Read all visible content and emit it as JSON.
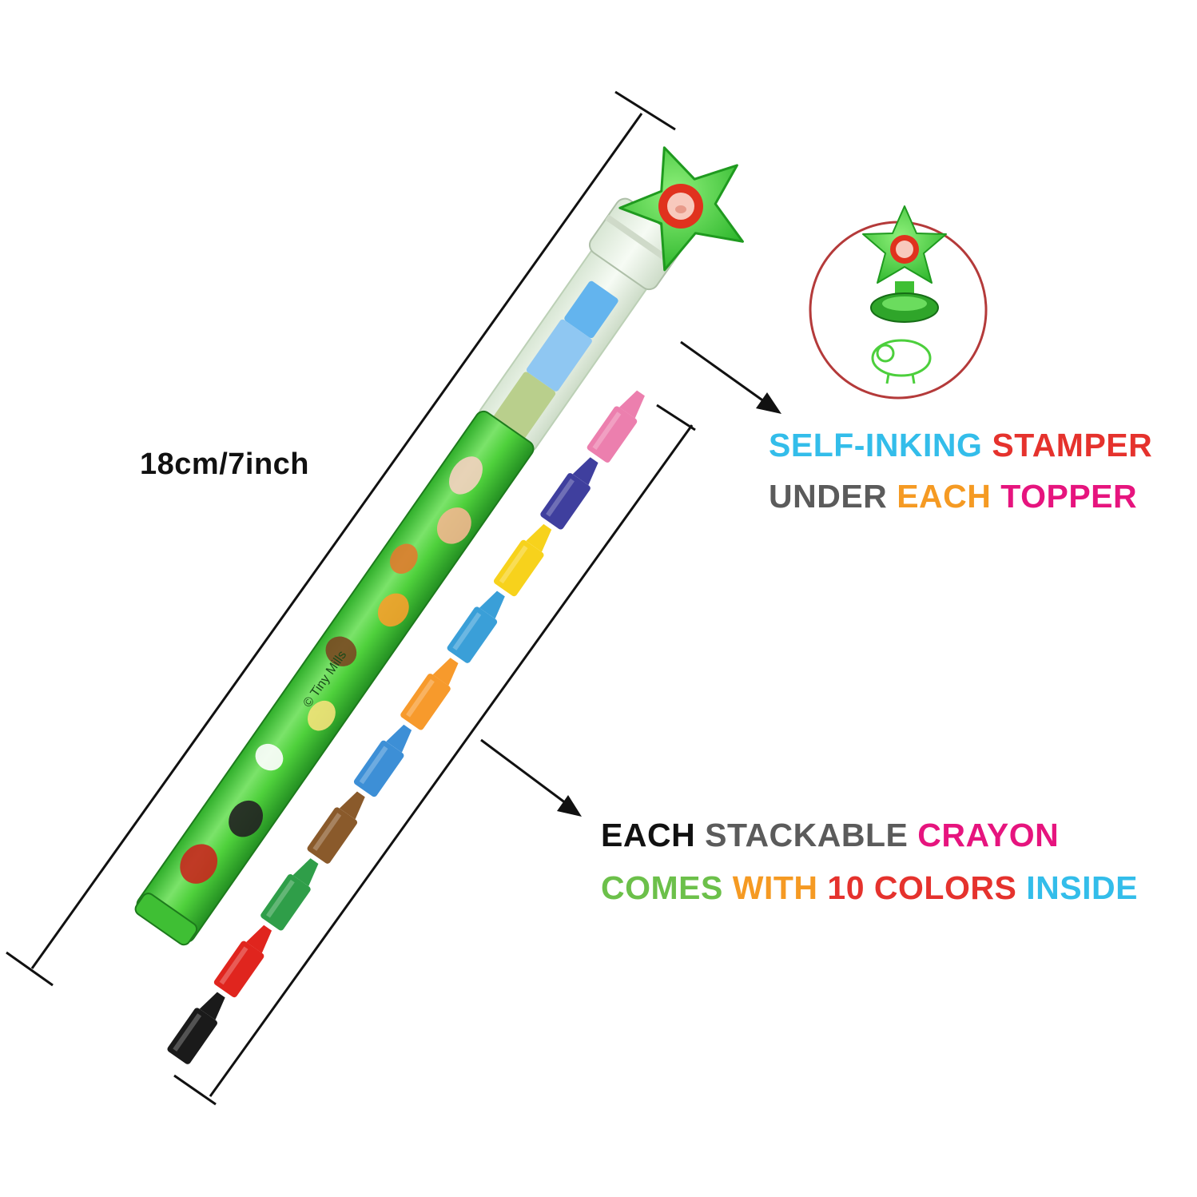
{
  "product": {
    "size_label": "18cm/7inch",
    "barrel_print": "© Tiny Mills"
  },
  "stamper_caption": {
    "lines": [
      [
        {
          "text": "SELF-INKING",
          "color": "#33bdea"
        },
        {
          "text": "STAMPER",
          "color": "#e5322d"
        }
      ],
      [
        {
          "text": "UNDER",
          "color": "#5b5b5b"
        },
        {
          "text": "EACH",
          "color": "#f59a23"
        },
        {
          "text": "TOPPER",
          "color": "#e6147e"
        }
      ]
    ]
  },
  "crayon_caption": {
    "lines": [
      [
        {
          "text": "EACH",
          "color": "#111111"
        },
        {
          "text": "STACKABLE",
          "color": "#5b5b5b"
        },
        {
          "text": "CRAYON",
          "color": "#e6147e"
        }
      ],
      [
        {
          "text": "COMES",
          "color": "#6cc04a"
        },
        {
          "text": "WITH",
          "color": "#f59a23"
        },
        {
          "text": "10 COLORS",
          "color": "#e5322d"
        },
        {
          "text": "INSIDE",
          "color": "#33bdea"
        }
      ]
    ]
  },
  "crayon_segments": [
    "#ec7fae",
    "#3f3f9e",
    "#f7d21c",
    "#3a9fd8",
    "#f79a2c",
    "#3d8fd6",
    "#8a5a2b",
    "#2f9e49",
    "#e0251e",
    "#1a1a1a"
  ],
  "colors": {
    "barrel_green": "#4fd13c",
    "star_green": "#45d238",
    "stamp_red": "#e0321e",
    "circle_outline": "#b43a3a",
    "line": "#111111"
  }
}
